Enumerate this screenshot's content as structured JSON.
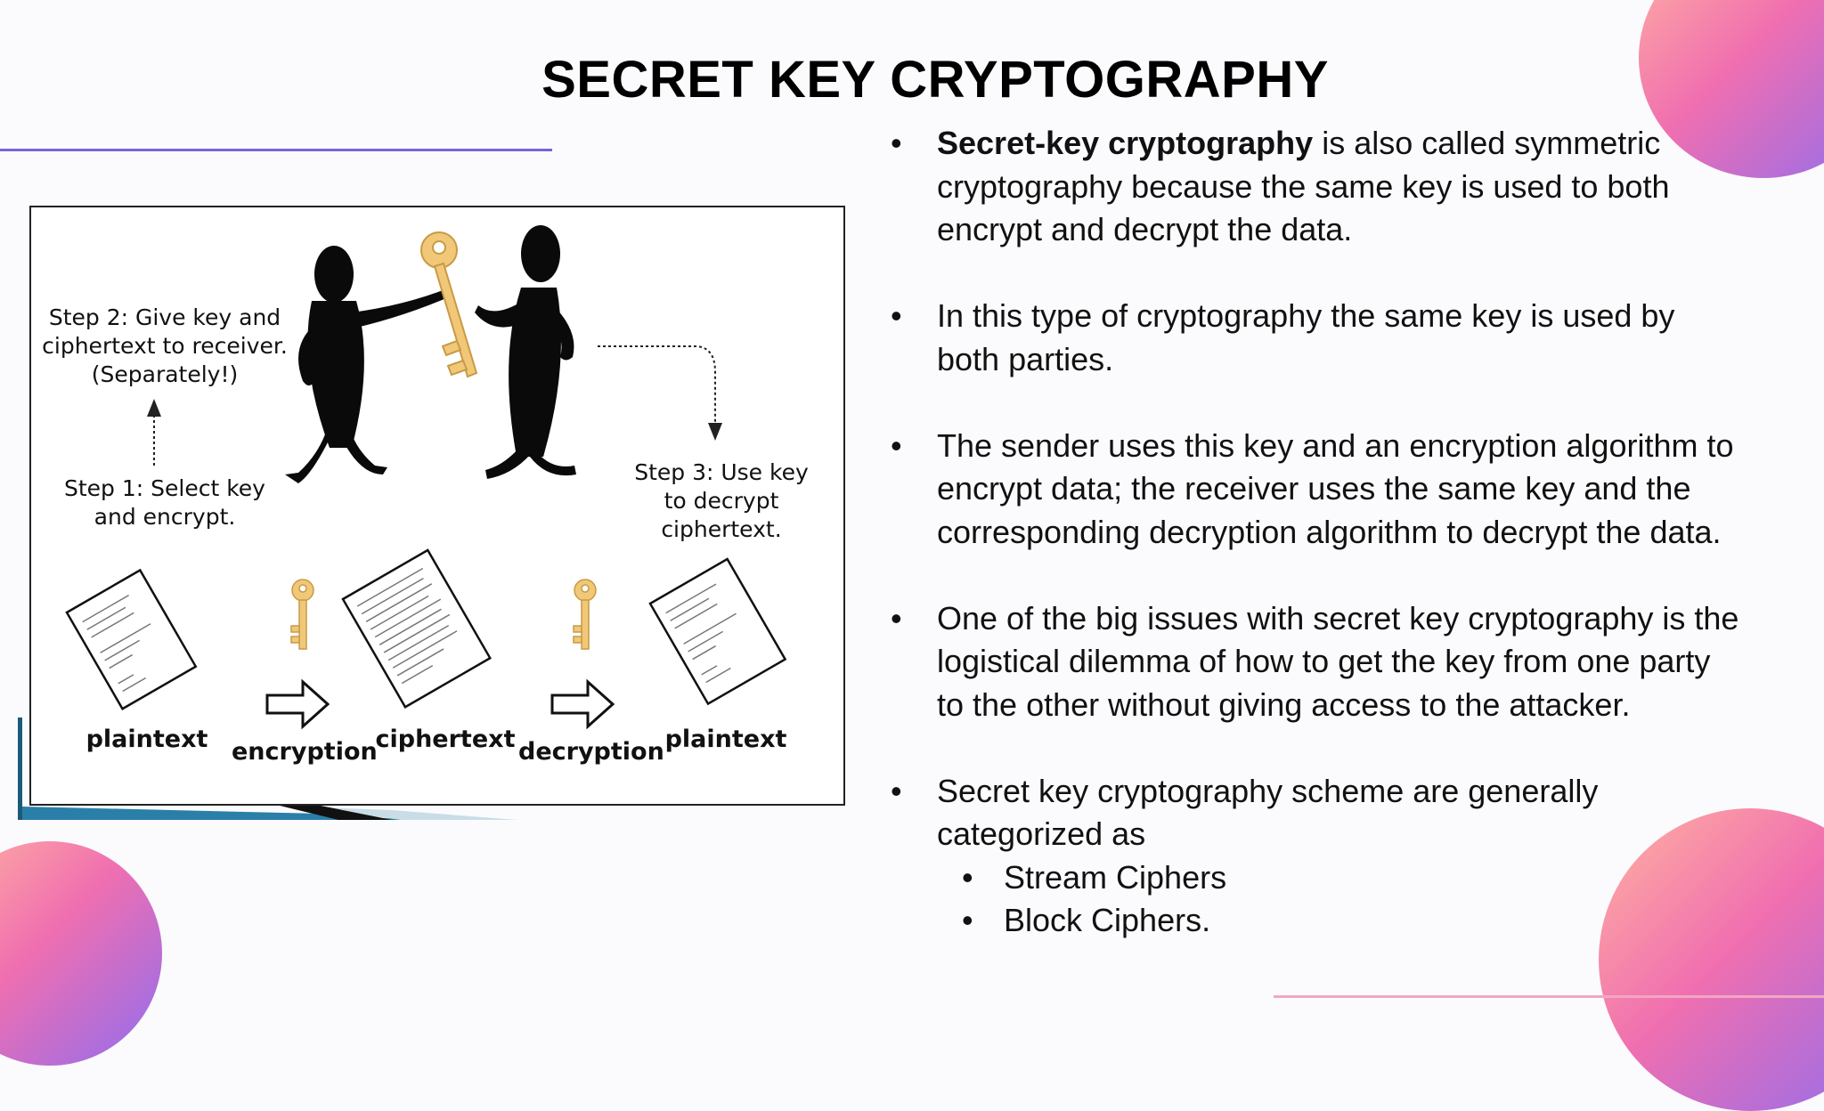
{
  "slide": {
    "title": "SECRET KEY CRYPTOGRAPHY"
  },
  "figure": {
    "step2": [
      "Step 2: Give key and",
      "ciphertext to receiver.",
      "(Separately!)"
    ],
    "step1": [
      "Step 1: Select key",
      "and encrypt."
    ],
    "step3": [
      "Step 3: Use key",
      "to decrypt",
      "ciphertext."
    ],
    "captions": {
      "plaintext_left": "plaintext",
      "encryption": "encryption",
      "ciphertext": "ciphertext",
      "decryption": "decryption",
      "plaintext_right": "plaintext"
    }
  },
  "bullets": {
    "b1_bold": "Secret-key cryptography",
    "b1_rest": " is also called symmetric cryptography because the same key is used to both encrypt and decrypt the data.",
    "b2": "In this type of cryptography the same key is used by both parties.",
    "b3": "The sender uses this key and an encryption algorithm to encrypt data; the receiver uses the same key and the corresponding decryption algorithm to decrypt the data.",
    "b4": "One of the big issues with secret key cryptography is the logistical dilemma of how to get the key from one party to the other without giving access to the attacker.",
    "b5": "Secret key cryptography scheme are generally categorized as",
    "sub": [
      "Stream Ciphers",
      "Block Ciphers."
    ]
  },
  "colors": {
    "accent_line": "#7b63d9",
    "blob_gradient": [
      "#ffb3a0",
      "#f06fb0",
      "#8f6df0"
    ],
    "key_color": "#f0c878"
  }
}
